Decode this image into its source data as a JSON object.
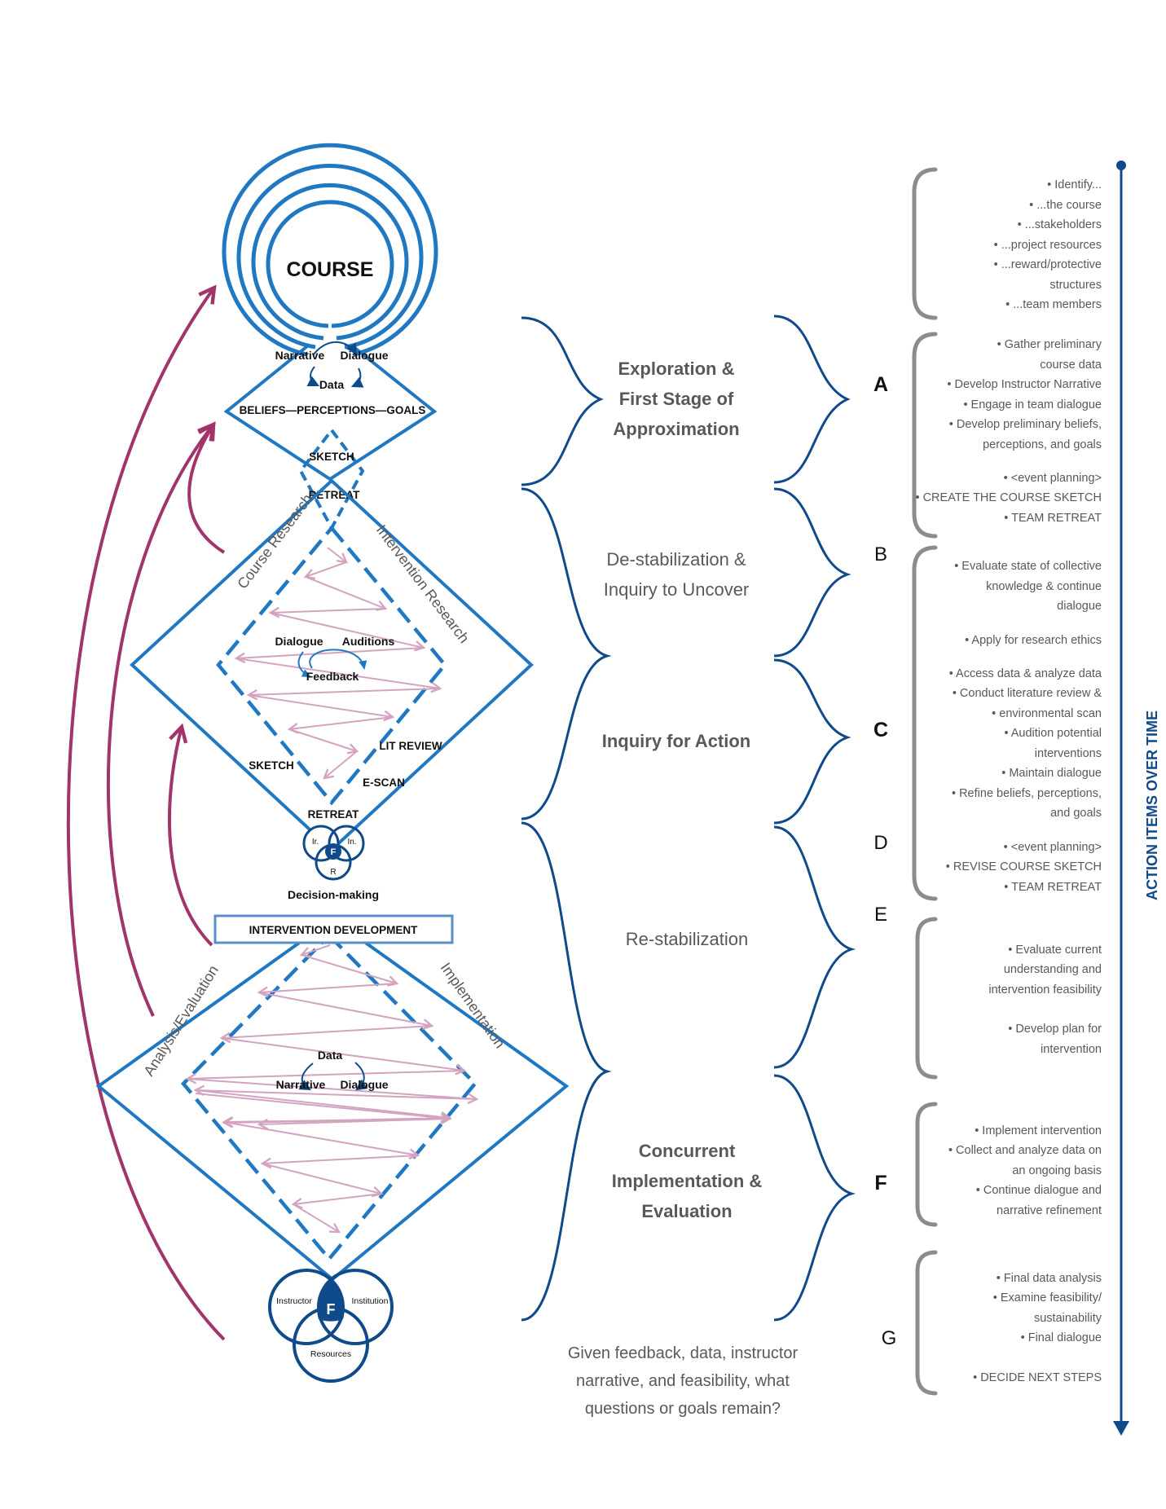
{
  "colors": {
    "blue": "#1F78C1",
    "navy": "#0F4A8A",
    "magenta": "#A0346B",
    "pink": "#D4A3C0",
    "gray_bracket": "#8C8C8C",
    "text_gray": "#595959"
  },
  "diagram": {
    "course": "COURSE",
    "top_cycle": {
      "narrative": "Narrative",
      "dialogue": "Dialogue",
      "data": "Data"
    },
    "beliefs": "BELIEFS—PERCEPTIONS—GOALS",
    "sketch": "SKETCH",
    "retreat": "RETREAT",
    "course_research": "Course Research",
    "intervention_research": "Intervention Research",
    "mid_cycle": {
      "dialogue": "Dialogue",
      "auditions": "Auditions",
      "feedback": "Feedback"
    },
    "lit_review": "LIT REVIEW",
    "sketch2": "SKETCH",
    "escan": "E-SCAN",
    "retreat2": "RETREAT",
    "small_venn": {
      "ir": "Ir.",
      "in": "In.",
      "f": "F",
      "r": "R"
    },
    "decision": "Decision-making",
    "intervention_dev": "INTERVENTION DEVELOPMENT",
    "analysis": "Analysis/Evaluation",
    "implementation": "Implementation",
    "bottom_cycle": {
      "data": "Data",
      "narrative": "Narrative",
      "dialogue": "Dialogue"
    },
    "big_venn": {
      "instructor": "Instructor",
      "institution": "Institution",
      "f": "F",
      "resources": "Resources"
    }
  },
  "phases": {
    "p1": [
      "Exploration &",
      "First Stage of",
      "Approximation"
    ],
    "p2": [
      "De-stabilization &",
      "Inquiry to Uncover"
    ],
    "p3": [
      "Inquiry for Action"
    ],
    "p4": [
      "Re-stabilization"
    ],
    "p5": [
      "Concurrent",
      "Implementation &",
      "Evaluation"
    ],
    "question": [
      "Given feedback, data, instructor",
      "narrative, and feasibility, what",
      "questions or goals remain?"
    ]
  },
  "letters": {
    "A": "A",
    "B": "B",
    "C": "C",
    "D": "D",
    "E": "E",
    "F": "F",
    "G": "G"
  },
  "axis_label": "ACTION ITEMS OVER TIME",
  "actions": {
    "g0": [
      "• Identify...",
      "• ...the course",
      "• ...stakeholders",
      "• ...project resources",
      "• ...reward/protective",
      "structures",
      "• ...team members"
    ],
    "g1": [
      "• Gather preliminary",
      "course data",
      "• Develop Instructor Narrative",
      "• Engage in team dialogue",
      "• Develop preliminary beliefs,",
      "perceptions, and goals"
    ],
    "g1b": [
      "• <event planning>",
      "• CREATE THE COURSE SKETCH",
      "• TEAM RETREAT"
    ],
    "g2a": [
      "• Evaluate state of collective",
      "knowledge & continue",
      "dialogue"
    ],
    "g2b": [
      "• Apply for research ethics"
    ],
    "g2c": [
      "• Access data & analyze data",
      "• Conduct literature review &",
      "• environmental scan",
      "• Audition potential",
      "interventions",
      "• Maintain dialogue",
      "• Refine beliefs, perceptions,",
      "and goals"
    ],
    "g2d": [
      "• <event planning>",
      "• REVISE COURSE SKETCH",
      "• TEAM RETREAT"
    ],
    "g3a": [
      "• Evaluate current",
      "understanding and",
      "intervention feasibility"
    ],
    "g3b": [
      "• Develop plan for",
      "intervention"
    ],
    "g4": [
      "• Implement intervention",
      "• Collect  and analyze data on",
      "an ongoing basis",
      "• Continue dialogue and",
      "narrative refinement"
    ],
    "g5a": [
      "• Final data analysis",
      "• Examine feasibility/",
      "sustainability",
      "• Final dialogue"
    ],
    "g5b": [
      "• DECIDE NEXT STEPS"
    ]
  }
}
